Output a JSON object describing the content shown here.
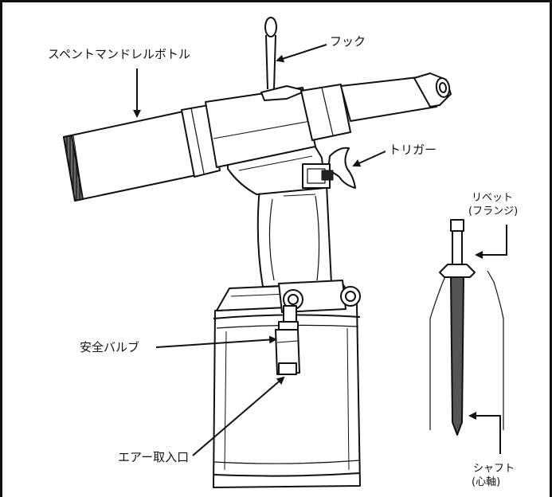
{
  "labels": {
    "spent_mandrel_bottle": "スペントマンドレルボトル",
    "hook": "フック",
    "trigger": "トリガー",
    "rivet_line1": "リベット",
    "rivet_line2": "(フランジ)",
    "safety_valve": "安全バルブ",
    "air_inlet": "エアー取入口",
    "shaft_line1": "シャフト",
    "shaft_line2": "(心軸)"
  },
  "colors": {
    "line": "#111111",
    "fill_light": "#ffffff",
    "fill_shade": "#e6e6e6",
    "fill_dark": "#555555"
  }
}
